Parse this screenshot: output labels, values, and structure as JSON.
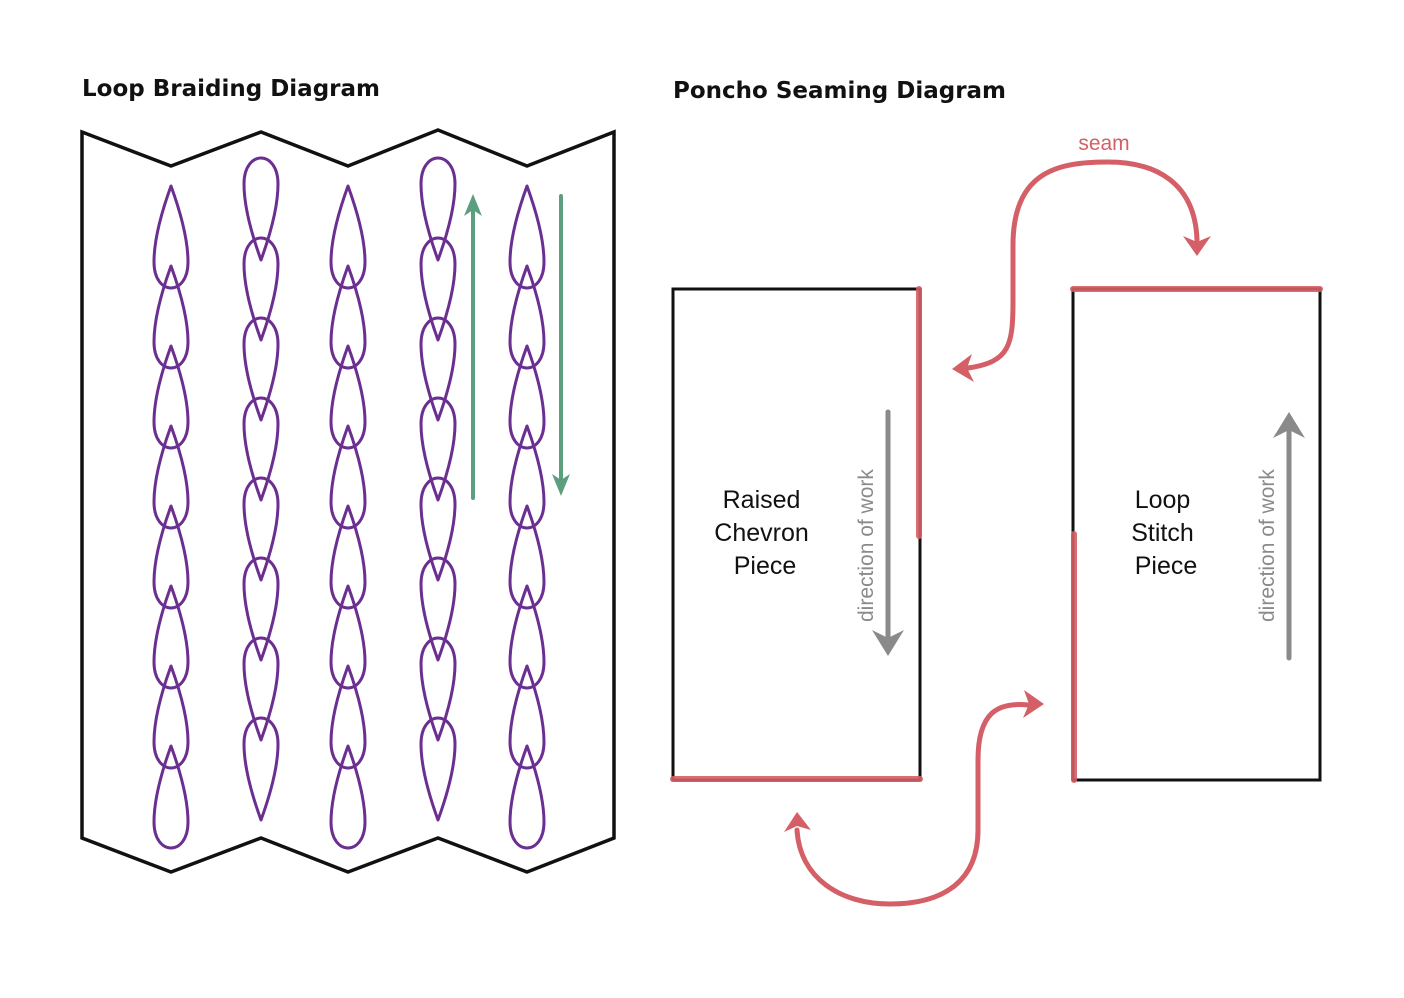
{
  "braiding": {
    "title": "Loop Braiding Diagram",
    "columns": [
      {
        "start": "pointed",
        "loops": 8
      },
      {
        "start": "round",
        "loops": 8
      },
      {
        "start": "pointed",
        "loops": 8
      },
      {
        "start": "round",
        "loops": 8
      },
      {
        "start": "pointed",
        "loops": 8
      }
    ],
    "arrows": [
      {
        "direction": "up"
      },
      {
        "direction": "down"
      }
    ]
  },
  "seaming": {
    "title": "Poncho Seaming Diagram",
    "seam_label": "seam",
    "pieces": [
      {
        "lines": [
          "Raised",
          "Chevron",
          "Piece"
        ],
        "direction_label": "direction of work",
        "work_direction": "down"
      },
      {
        "lines": [
          "Loop",
          "Stitch",
          "Piece"
        ],
        "direction_label": "direction of work",
        "work_direction": "up"
      }
    ]
  },
  "colors": {
    "outline": "#111111",
    "loops": "#6a2f91",
    "braid_arrows": "#5c9f7f",
    "seam": "#d45f66",
    "direction_arrows": "#8a8a8a"
  }
}
